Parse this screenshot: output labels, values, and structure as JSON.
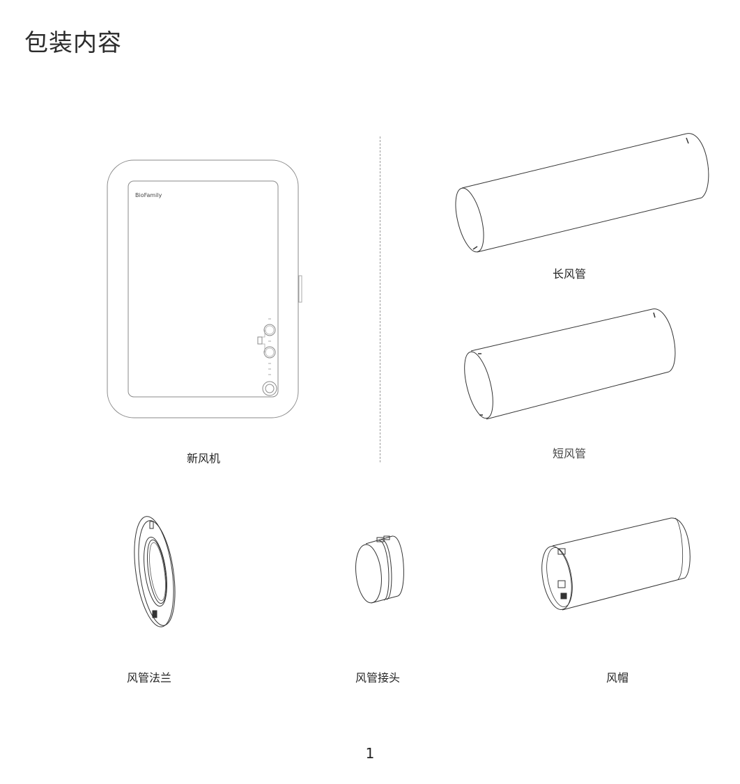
{
  "page": {
    "title": "包装内容",
    "page_number": "1"
  },
  "items": {
    "fresh_air_unit": {
      "label": "新风机",
      "logo_text": "BioFamily"
    },
    "long_duct": {
      "label": "长风管"
    },
    "short_duct": {
      "label": "短风管"
    },
    "duct_flange": {
      "label": "风管法兰"
    },
    "duct_connector": {
      "label": "风管接头"
    },
    "wind_cap": {
      "label": "风帽"
    }
  }
}
